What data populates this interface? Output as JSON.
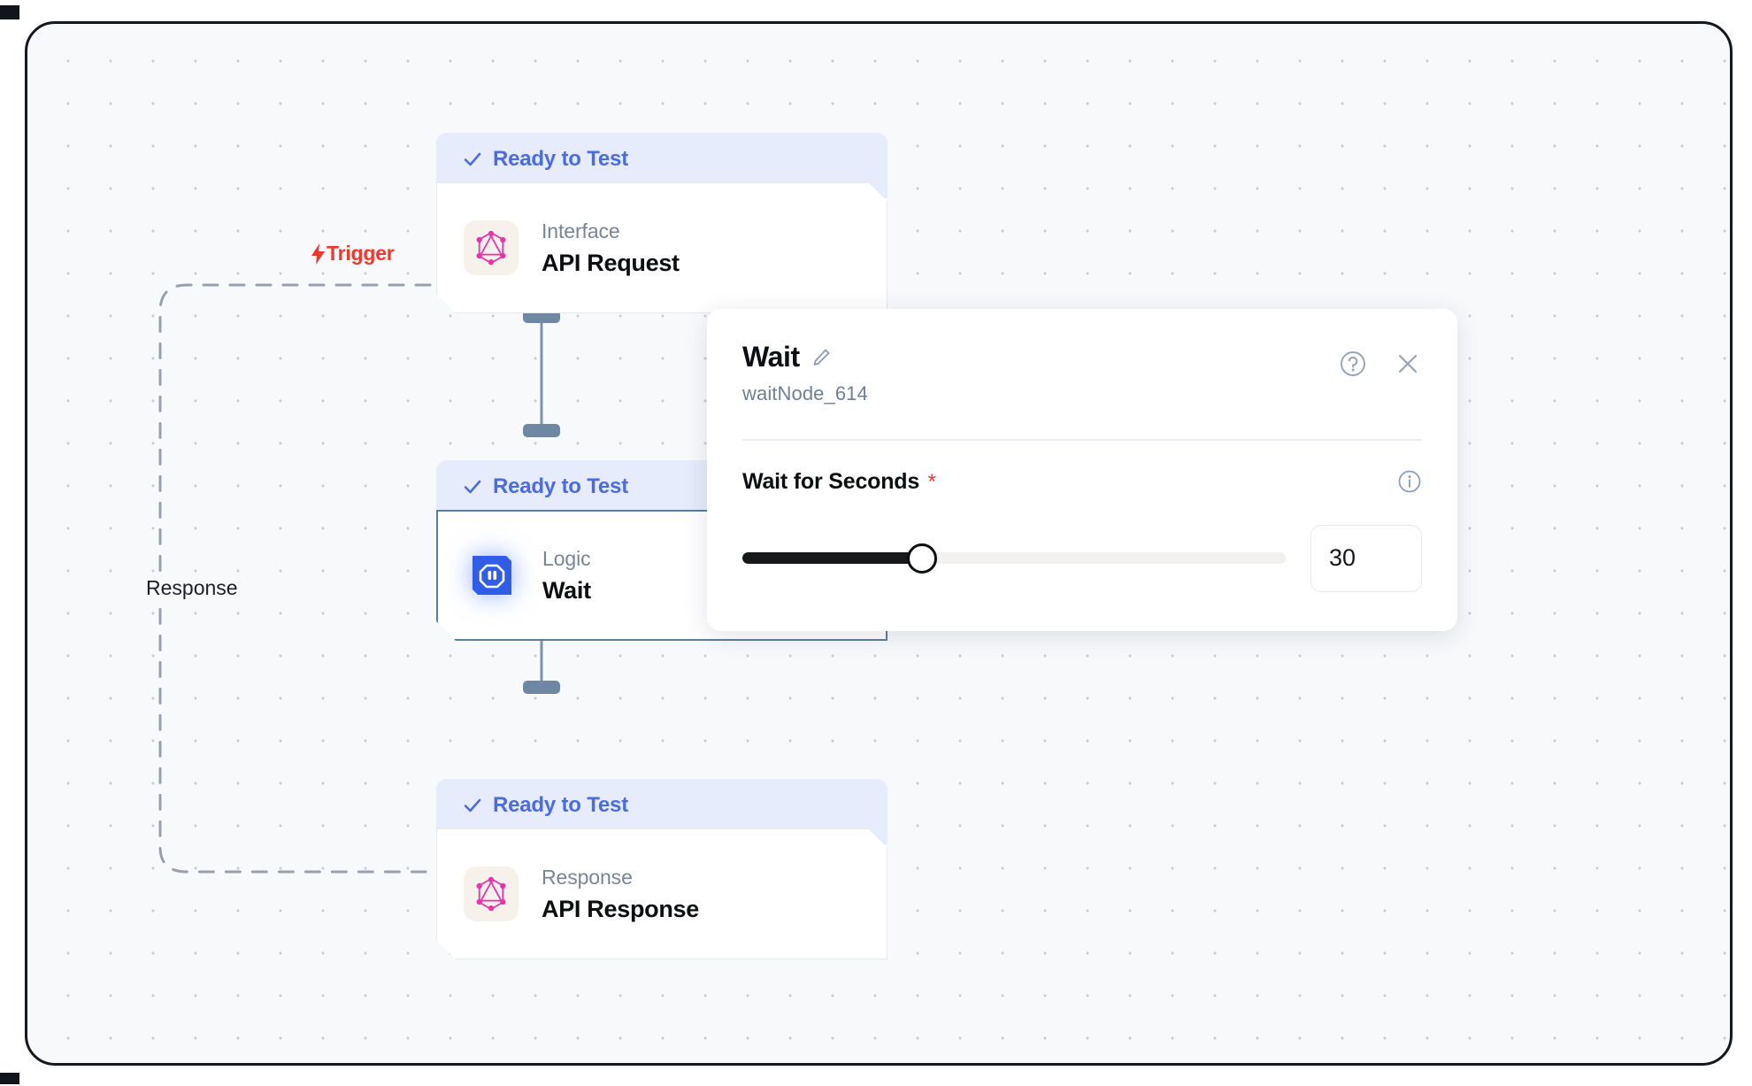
{
  "canvas": {
    "background_color": "#f8f9fb",
    "grid": "dot-grid",
    "edges": [
      {
        "id": "trigger",
        "label": "Trigger",
        "icon": "lightning-bolt-icon",
        "color": "#f0372e",
        "style": "dashed"
      },
      {
        "id": "response",
        "label": "Response",
        "color": "#1c1f26",
        "style": "dashed"
      }
    ]
  },
  "nodes": [
    {
      "id": "api-request",
      "status": "Ready to Test",
      "status_icon": "check-icon",
      "status_color": "#4a6ce0",
      "category": "Interface",
      "title": "API Request",
      "icon": "graphql-icon",
      "icon_color": "#e535ab",
      "selected": false
    },
    {
      "id": "wait",
      "status": "Ready to Test",
      "status_icon": "check-icon",
      "status_color": "#4a6ce0",
      "category": "Logic",
      "title": "Wait",
      "icon": "pause-octagon-icon",
      "icon_color": "#2f5de8",
      "selected": true
    },
    {
      "id": "api-response",
      "status": "Ready to Test",
      "status_icon": "check-icon",
      "status_color": "#4a6ce0",
      "category": "Response",
      "title": "API Response",
      "icon": "graphql-icon",
      "icon_color": "#e535ab",
      "selected": false
    }
  ],
  "panel": {
    "title": "Wait",
    "edit_icon": "pencil-icon",
    "subtitle": "waitNode_614",
    "help_icon": "question-circle-icon",
    "close_icon": "close-icon",
    "field": {
      "label": "Wait for Seconds",
      "required_marker": "*",
      "info_icon": "info-circle-icon",
      "value": "30",
      "slider_percent": 33
    }
  }
}
